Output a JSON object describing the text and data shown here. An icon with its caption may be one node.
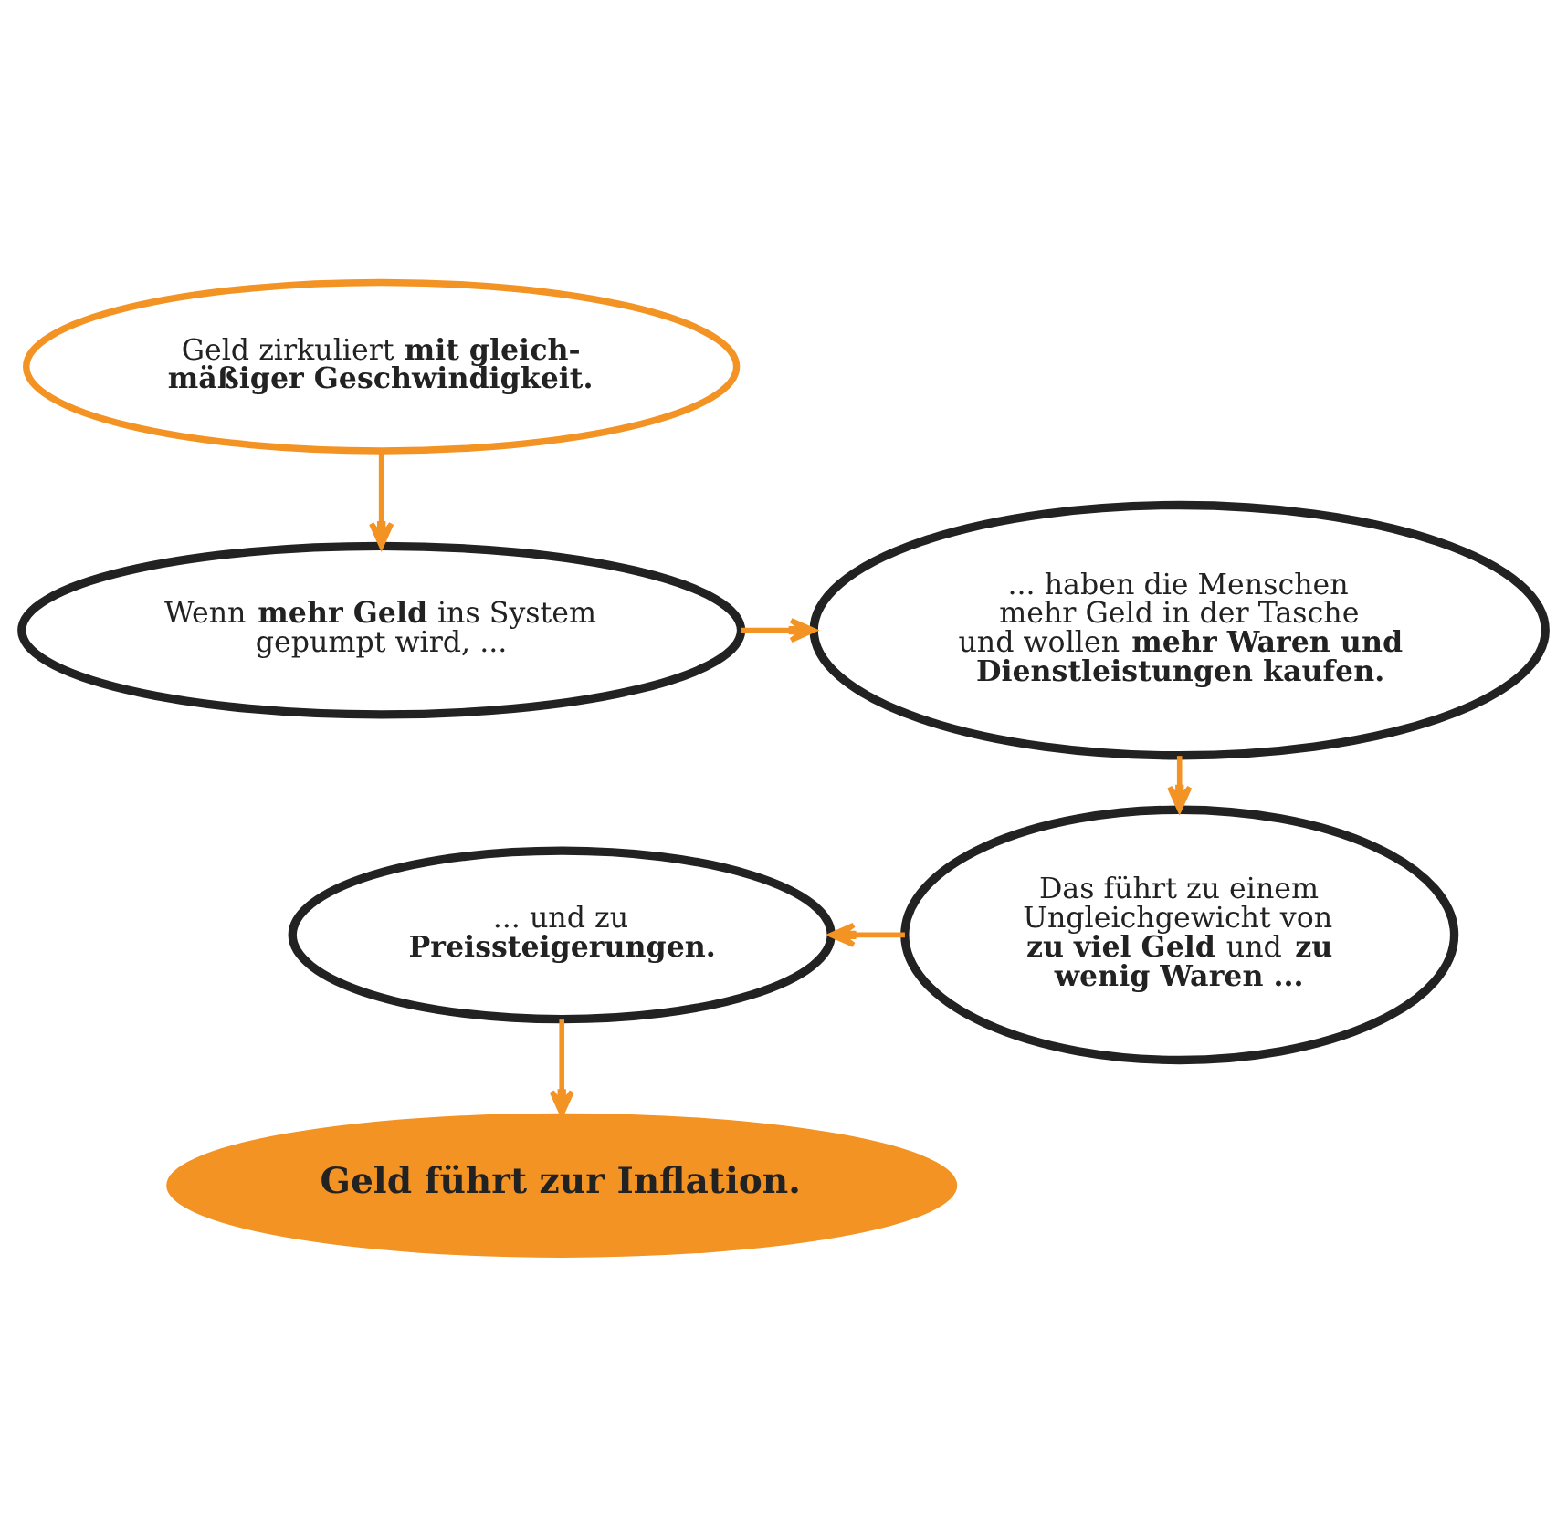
{
  "diagram": {
    "nodes": [
      {
        "text": [
          "Geld zirkuliert **mit gleich- mäßiger Geschwindigkeit.**"
        ]
      },
      {
        "text": [
          "Wenn **mehr Geld** ins System gepumpt wird, ..."
        ]
      },
      {
        "text": [
          "... haben die Menschen mehr Geld in der Tasche und wollen **mehr Waren und Dienstleistungen kaufen.**"
        ]
      },
      {
        "text": [
          "Das führt zu einem Ungleichgewicht von **zu viel Geld** und **zu wenig Waren ...**"
        ]
      },
      {
        "text": [
          "... und zu **Preissteigerungen.**"
        ]
      },
      {
        "text": [
          "Geld führt zur Inflation."
        ]
      }
    ],
    "edges": [
      {
        "from": 0,
        "to": 1,
        "arrow": "to"
      },
      {
        "from": 1,
        "to": 2,
        "arrow": "to"
      },
      {
        "from": 2,
        "to": 3,
        "arrow": "to"
      },
      {
        "from": 3,
        "to": 4,
        "arrow": "to"
      },
      {
        "from": 4,
        "to": 5,
        "arrow": "to"
      }
    ]
  }
}
